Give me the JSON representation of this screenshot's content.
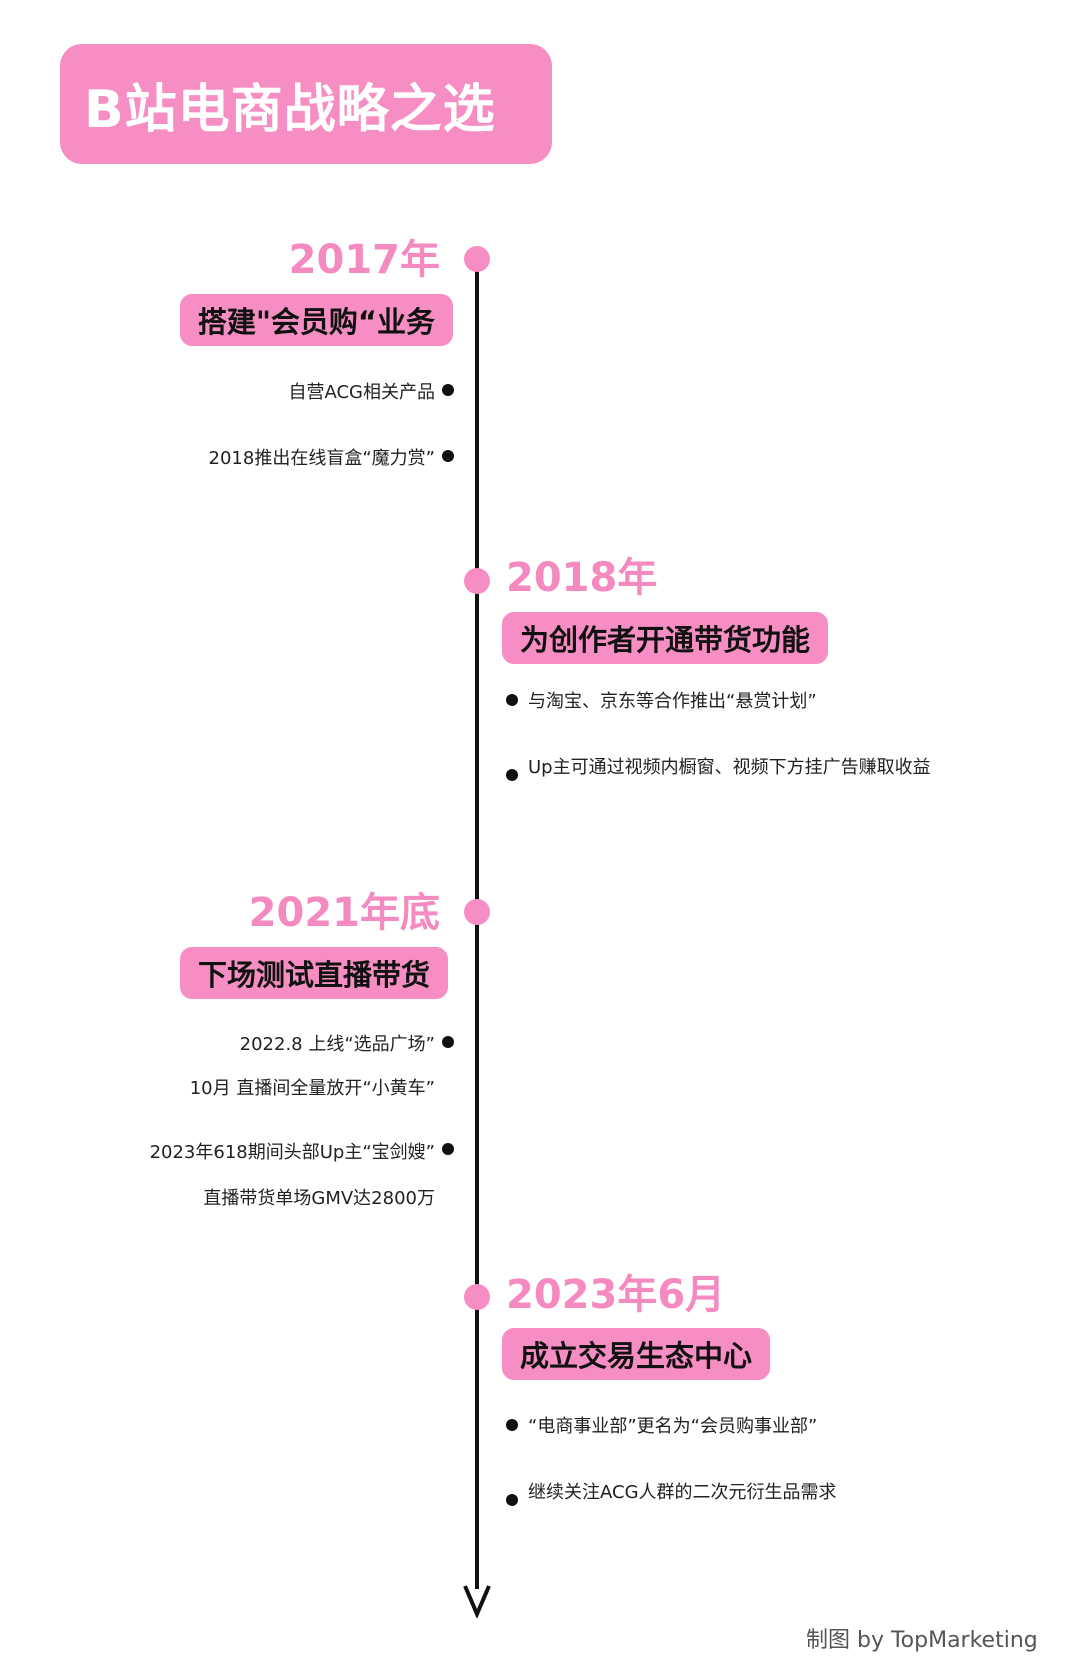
{
  "title": "B站电商战略之选",
  "milestones": [
    {
      "year": "2017年",
      "headline": "搭建\"会员购“业务",
      "items": [
        "自营ACG相关产品",
        "2018推出在线盲盒“魔力赏”"
      ]
    },
    {
      "year": "2018年",
      "headline": "为创作者开通带货功能",
      "items": [
        "与淘宝、京东等合作推出“悬赏计划”",
        "Up主可通过视频内橱窗、视频下方挂广告赚取收益"
      ]
    },
    {
      "year": "2021年底",
      "headline": "下场测试直播带货",
      "items": [
        "2022.8 上线“选品广场”",
        "10月 直播间全量放开“小黄车”",
        "2023年618期间头部Up主“宝剑嫂”",
        "直播带货单场GMV达2800万"
      ]
    },
    {
      "year": "2023年6月",
      "headline": "成立交易生态中心",
      "items": [
        "“电商事业部”更名为“会员购事业部”",
        "继续关注ACG人群的二次元衍生品需求"
      ]
    }
  ],
  "credit": "制图 by TopMarketing",
  "colors": {
    "accent": "#f78ec3",
    "year": "#f48abf",
    "axis": "#111111"
  }
}
